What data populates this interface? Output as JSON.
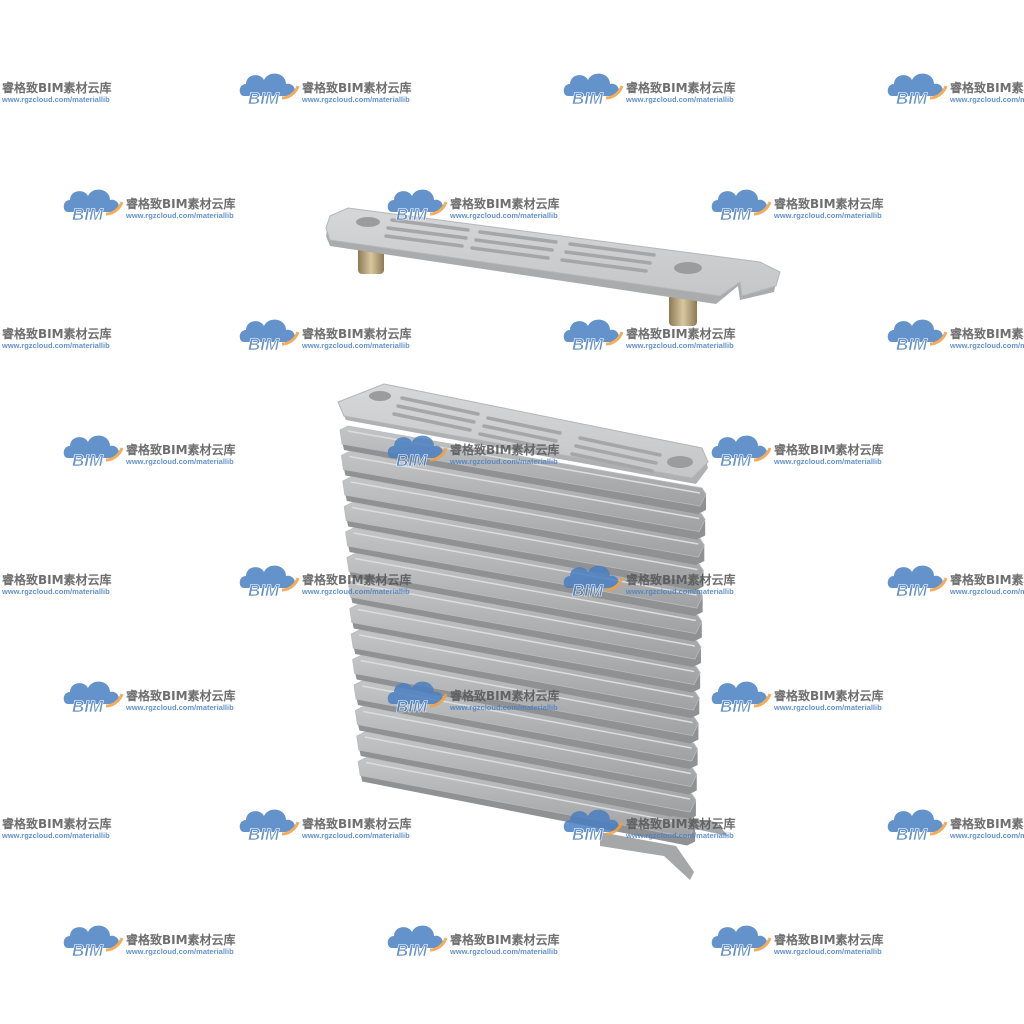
{
  "watermark": {
    "brand": "睿格致BIM素材云库",
    "url": "www.rgzcloud.com/materiallib",
    "logo_text": "BIM",
    "colors": {
      "cloud": "#4a7fc1",
      "arc": "#f0a040",
      "text": "#555555"
    }
  },
  "object": {
    "colors": {
      "metal": "#c9cbcc",
      "metal_dark": "#a7a9aa",
      "metal_light": "#dedfe0",
      "slot": "#9d9fa0",
      "brass": "#b8a37a"
    }
  }
}
